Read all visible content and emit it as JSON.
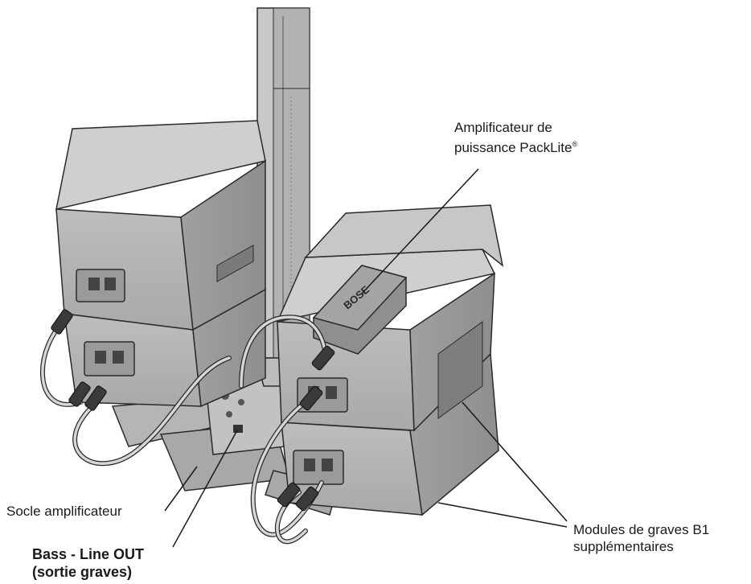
{
  "labels": {
    "amplifier": {
      "line1": "Amplificateur de",
      "line2": "puissance PackLite",
      "mark": "®"
    },
    "base": {
      "text": "Socle amplificateur"
    },
    "bass_out": {
      "line1": "Bass - Line OUT",
      "line2": "(sortie graves)"
    },
    "modules": {
      "line1": "Modules de graves B1",
      "line2": "supplémentaires"
    }
  },
  "logo": {
    "text": "BOSE"
  },
  "colors": {
    "cabinet_front": "#b9b9b9",
    "cabinet_top": "#cfcfcf",
    "cabinet_side": "#a3a3a3",
    "outline": "#2a2a2a",
    "cable": "#d6d6d6",
    "callout_line": "#1a1a1a"
  }
}
